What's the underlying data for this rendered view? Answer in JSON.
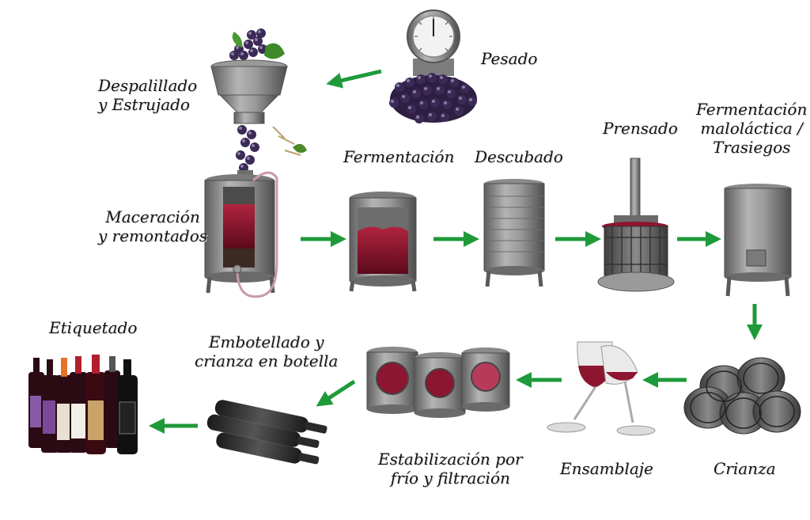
{
  "stages": {
    "pesado": {
      "label": "Pesado"
    },
    "despalillado": {
      "label_line1": "Despalillado",
      "label_line2": "y Estrujado"
    },
    "maceracion": {
      "label_line1": "Maceración",
      "label_line2": "y remontados"
    },
    "fermentacion": {
      "label": "Fermentación"
    },
    "descubado": {
      "label": "Descubado"
    },
    "prensado": {
      "label": "Prensado"
    },
    "malolactica": {
      "label_line1": "Fermentación",
      "label_line2": "maloláctica /",
      "label_line3": "Trasiegos"
    },
    "crianza": {
      "label": "Crianza"
    },
    "ensamblaje": {
      "label": "Ensamblaje"
    },
    "estabilizacion": {
      "label_line1": "Estabilización por",
      "label_line2": "frío y filtración"
    },
    "embotellado": {
      "label_line1": "Embotellado y",
      "label_line2": "crianza en botella"
    },
    "etiquetado": {
      "label": "Etiquetado"
    }
  },
  "colors": {
    "arrow": "#1f9a3a",
    "steel": "#8e8e8e",
    "wine": "#8c1530",
    "grape": "#3b2a55"
  },
  "icons": [
    "scale-icon",
    "hopper-icon",
    "tank-icon",
    "press-icon",
    "barrel-icon",
    "wine-glass-icon",
    "bottle-icon"
  ]
}
